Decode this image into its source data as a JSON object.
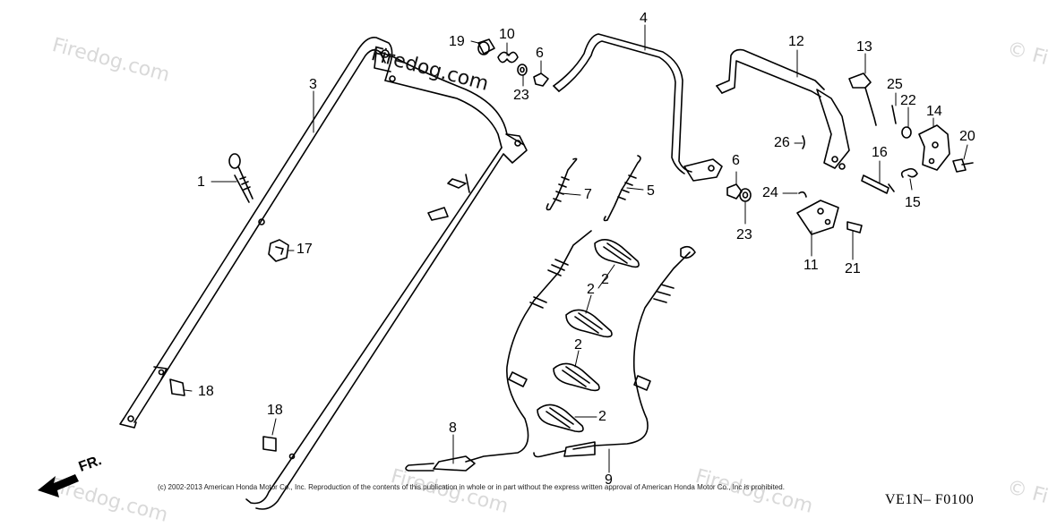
{
  "watermarks": {
    "header": "Firedog.com",
    "brand": "Firedog.com",
    "mark": "© Fi"
  },
  "front_indicator": "FR.",
  "copyright": "(c) 2002-2013 American Honda Motor Co., Inc. Reproduction of the contents of this publication in whole or in part without the express written approval of American Honda Motor Co., Inc is prohibited.",
  "diagram_code": "VE1N–  F0100",
  "callouts": {
    "c1": "1",
    "c2a": "2",
    "c2b": "2",
    "c2c": "2",
    "c2d": "2",
    "c3": "3",
    "c4": "4",
    "c5": "5",
    "c6a": "6",
    "c6b": "6",
    "c7": "7",
    "c8": "8",
    "c9": "9",
    "c10": "10",
    "c11": "11",
    "c12": "12",
    "c13": "13",
    "c14": "14",
    "c15": "15",
    "c16": "16",
    "c17": "17",
    "c18a": "18",
    "c18b": "18",
    "c19": "19",
    "c20": "20",
    "c21": "21",
    "c22": "22",
    "c23a": "23",
    "c23b": "23",
    "c24": "24",
    "c25": "25",
    "c26": "26"
  }
}
